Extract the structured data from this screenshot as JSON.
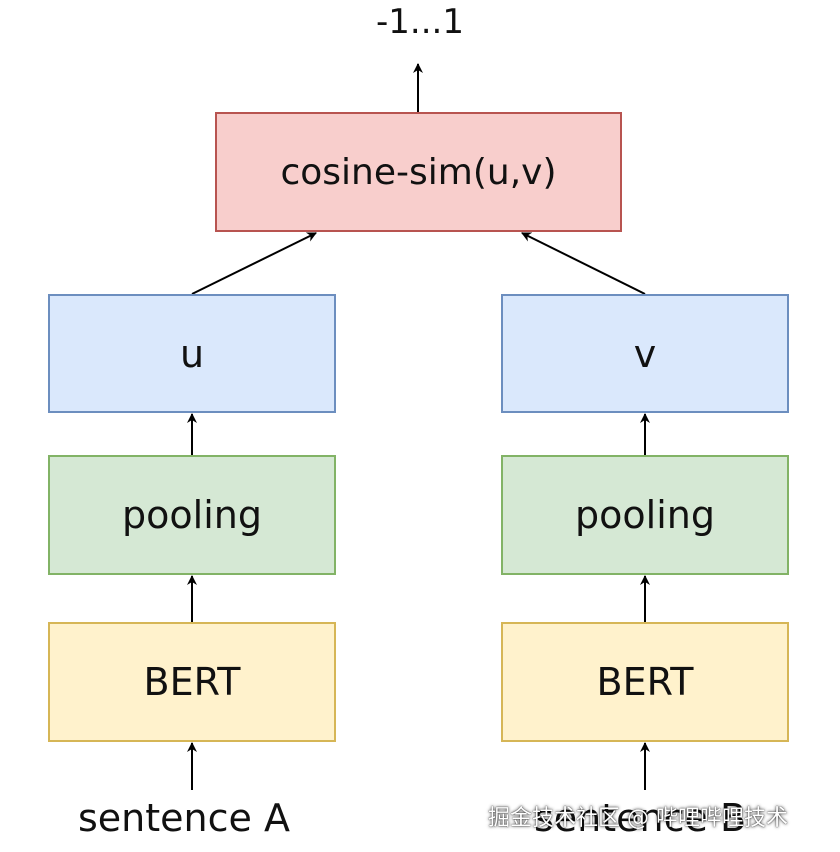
{
  "output_label": "-1...1",
  "nodes": {
    "cosine": "cosine-sim(u,v)",
    "u": "u",
    "v": "v",
    "pooling_a": "pooling",
    "pooling_b": "pooling",
    "bert_a": "BERT",
    "bert_b": "BERT"
  },
  "inputs": {
    "sentence_a": "sentence A",
    "sentence_b": "sentence B"
  },
  "watermark": "掘金技术社区 @ 哔哩哔哩技术",
  "colors": {
    "cosine_fill": "#f8cecc",
    "cosine_border": "#b85450",
    "embedding_fill": "#dae8fc",
    "embedding_border": "#6c8ebf",
    "pooling_fill": "#d5e8d4",
    "pooling_border": "#82b366",
    "bert_fill": "#fff2cc",
    "bert_border": "#d6b656"
  }
}
